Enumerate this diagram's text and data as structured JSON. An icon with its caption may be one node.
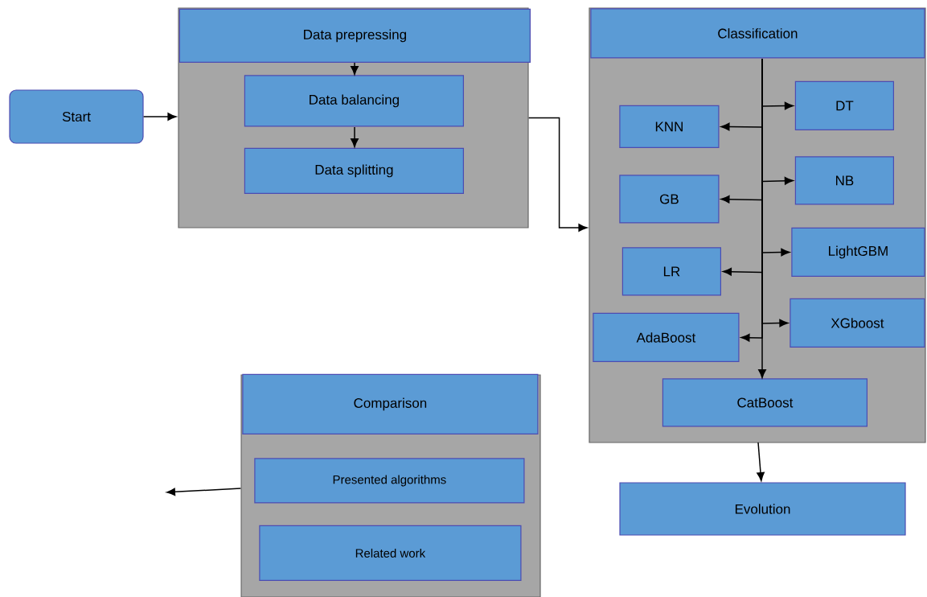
{
  "diagram": {
    "nodes": [
      {
        "text": [
          "Start"
        ]
      },
      {
        "text": [],
        "shape": "box"
      },
      {
        "text": [
          "Data prepressing"
        ],
        "in": 1
      },
      {
        "text": [
          "Data balancing"
        ],
        "in": 1
      },
      {
        "text": [
          "Data splitting"
        ],
        "in": 1
      },
      {
        "text": [],
        "shape": "box"
      },
      {
        "text": [
          "Classification"
        ],
        "in": 5
      },
      {
        "text": [
          "DT"
        ],
        "in": 5
      },
      {
        "text": [
          "KNN"
        ],
        "in": 5
      },
      {
        "text": [
          "NB"
        ],
        "in": 5
      },
      {
        "text": [
          "GB"
        ],
        "in": 5
      },
      {
        "text": [
          "LightGBM"
        ],
        "in": 5
      },
      {
        "text": [
          "LR"
        ],
        "in": 5
      },
      {
        "text": [
          "XGboost"
        ],
        "in": 5
      },
      {
        "text": [
          "AdaBoost"
        ],
        "in": 5
      },
      {
        "text": [
          "CatBoost"
        ],
        "in": 5
      },
      {
        "text": [
          "Evolution"
        ]
      },
      {
        "text": [],
        "shape": "box"
      },
      {
        "text": [
          "Comparison"
        ],
        "in": 17
      },
      {
        "text": [
          "Presented algorithms"
        ],
        "in": 17
      },
      {
        "text": [
          "Related work"
        ],
        "in": 17
      }
    ],
    "edges": [
      {
        "from": 0,
        "to": 1,
        "arrow": "to"
      },
      {
        "from": 2,
        "to": 3,
        "arrow": "to"
      },
      {
        "from": 3,
        "to": 4,
        "arrow": "to"
      },
      {
        "from": 1,
        "to": 5,
        "arrow": "to"
      },
      {
        "from": 6,
        "to": 7,
        "arrow": "to"
      },
      {
        "from": 6,
        "to": 8,
        "arrow": "to"
      },
      {
        "from": 6,
        "to": 9,
        "arrow": "to"
      },
      {
        "from": 6,
        "to": 10,
        "arrow": "to"
      },
      {
        "from": 6,
        "to": 11,
        "arrow": "to"
      },
      {
        "from": 6,
        "to": 12,
        "arrow": "to"
      },
      {
        "from": 6,
        "to": 13,
        "arrow": "to"
      },
      {
        "from": 6,
        "to": 14,
        "arrow": "to"
      },
      {
        "from": 6,
        "to": 15,
        "arrow": "to"
      },
      {
        "from": 5,
        "to": 16,
        "arrow": "to"
      },
      {
        "from": 17,
        "to": null,
        "arrow": "to"
      }
    ]
  }
}
